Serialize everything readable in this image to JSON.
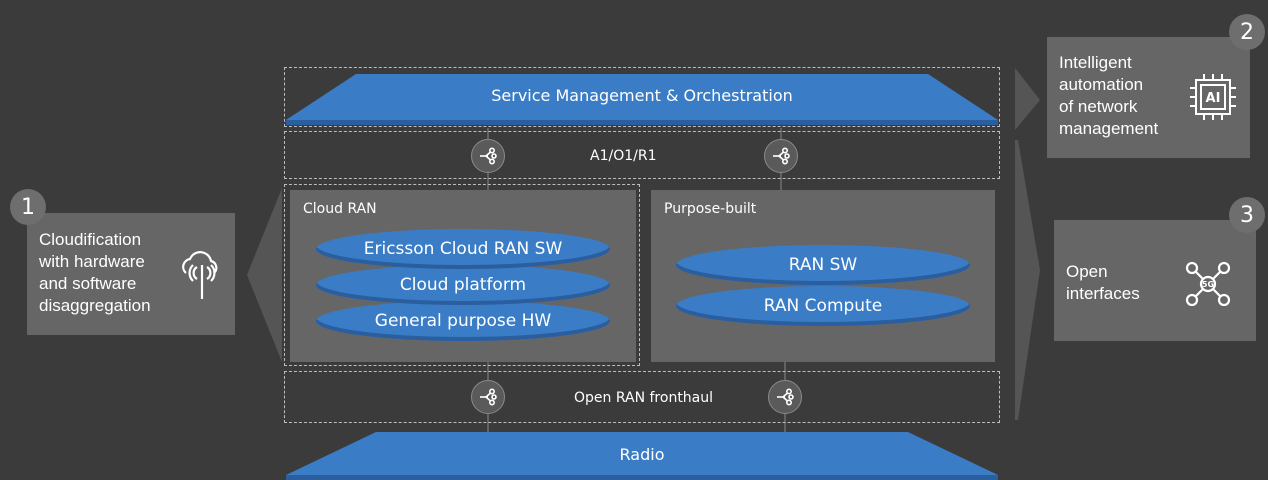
{
  "colors": {
    "background": "#3b3b3b",
    "blue": "#3a7dc6",
    "box": "#666666",
    "panel": "#555555"
  },
  "top_bar": {
    "label": "Service Management & Orchestration"
  },
  "a1_row": {
    "label": "A1/O1/R1"
  },
  "cloud_ran": {
    "title": "Cloud RAN",
    "layers": [
      "Ericsson Cloud RAN SW",
      "Cloud platform",
      "General purpose HW"
    ]
  },
  "purpose_built": {
    "title": "Purpose-built",
    "layers": [
      "RAN SW",
      "RAN Compute"
    ]
  },
  "fronthaul_row": {
    "label": "Open RAN fronthaul"
  },
  "bottom_bar": {
    "label": "Radio"
  },
  "feature_1": {
    "number": "1",
    "text": "Cloudification\nwith hardware\nand software\ndisaggregation",
    "icon": "cloud-antenna-icon"
  },
  "feature_2": {
    "number": "2",
    "text": "Intelligent\nautomation\nof network\nmanagement",
    "icon": "ai-chip-icon",
    "icon_text": "AI"
  },
  "feature_3": {
    "number": "3",
    "text": "Open\ninterfaces",
    "icon": "5g-network-icon",
    "icon_text": "5G"
  }
}
